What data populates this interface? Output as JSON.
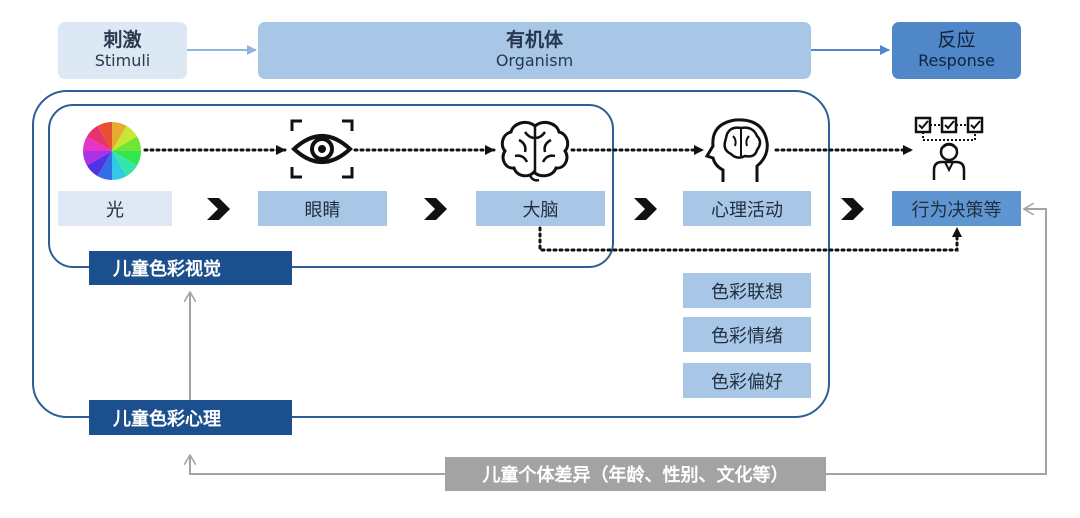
{
  "header": {
    "stimuli": {
      "zh": "刺激",
      "en": "Stimuli"
    },
    "organism": {
      "zh": "有机体",
      "en": "Organism"
    },
    "response": {
      "zh": "反应",
      "en": "Response"
    }
  },
  "flow": {
    "light": "光",
    "eye": "眼睛",
    "brain": "大脑",
    "mental": "心理活动",
    "behavior": "行为决策等"
  },
  "groups": {
    "visual": "儿童色彩视觉",
    "psychology": "儿童色彩心理"
  },
  "color_aspects": [
    "色彩联想",
    "色彩情绪",
    "色彩偏好"
  ],
  "differences": "儿童个体差异（年龄、性别、文化等）",
  "icons": [
    "color-wheel-icon",
    "eye-icon",
    "brain-icon",
    "head-brain-icon",
    "decision-person-icon"
  ],
  "colors": {
    "dark_blue": "#1b4f8e",
    "medium_blue": "#5f95d0",
    "light_blue": "#a8c7e7",
    "pale_blue": "#dfe9f5",
    "grey": "#a3a3a3",
    "outline": "#2e5e95"
  }
}
